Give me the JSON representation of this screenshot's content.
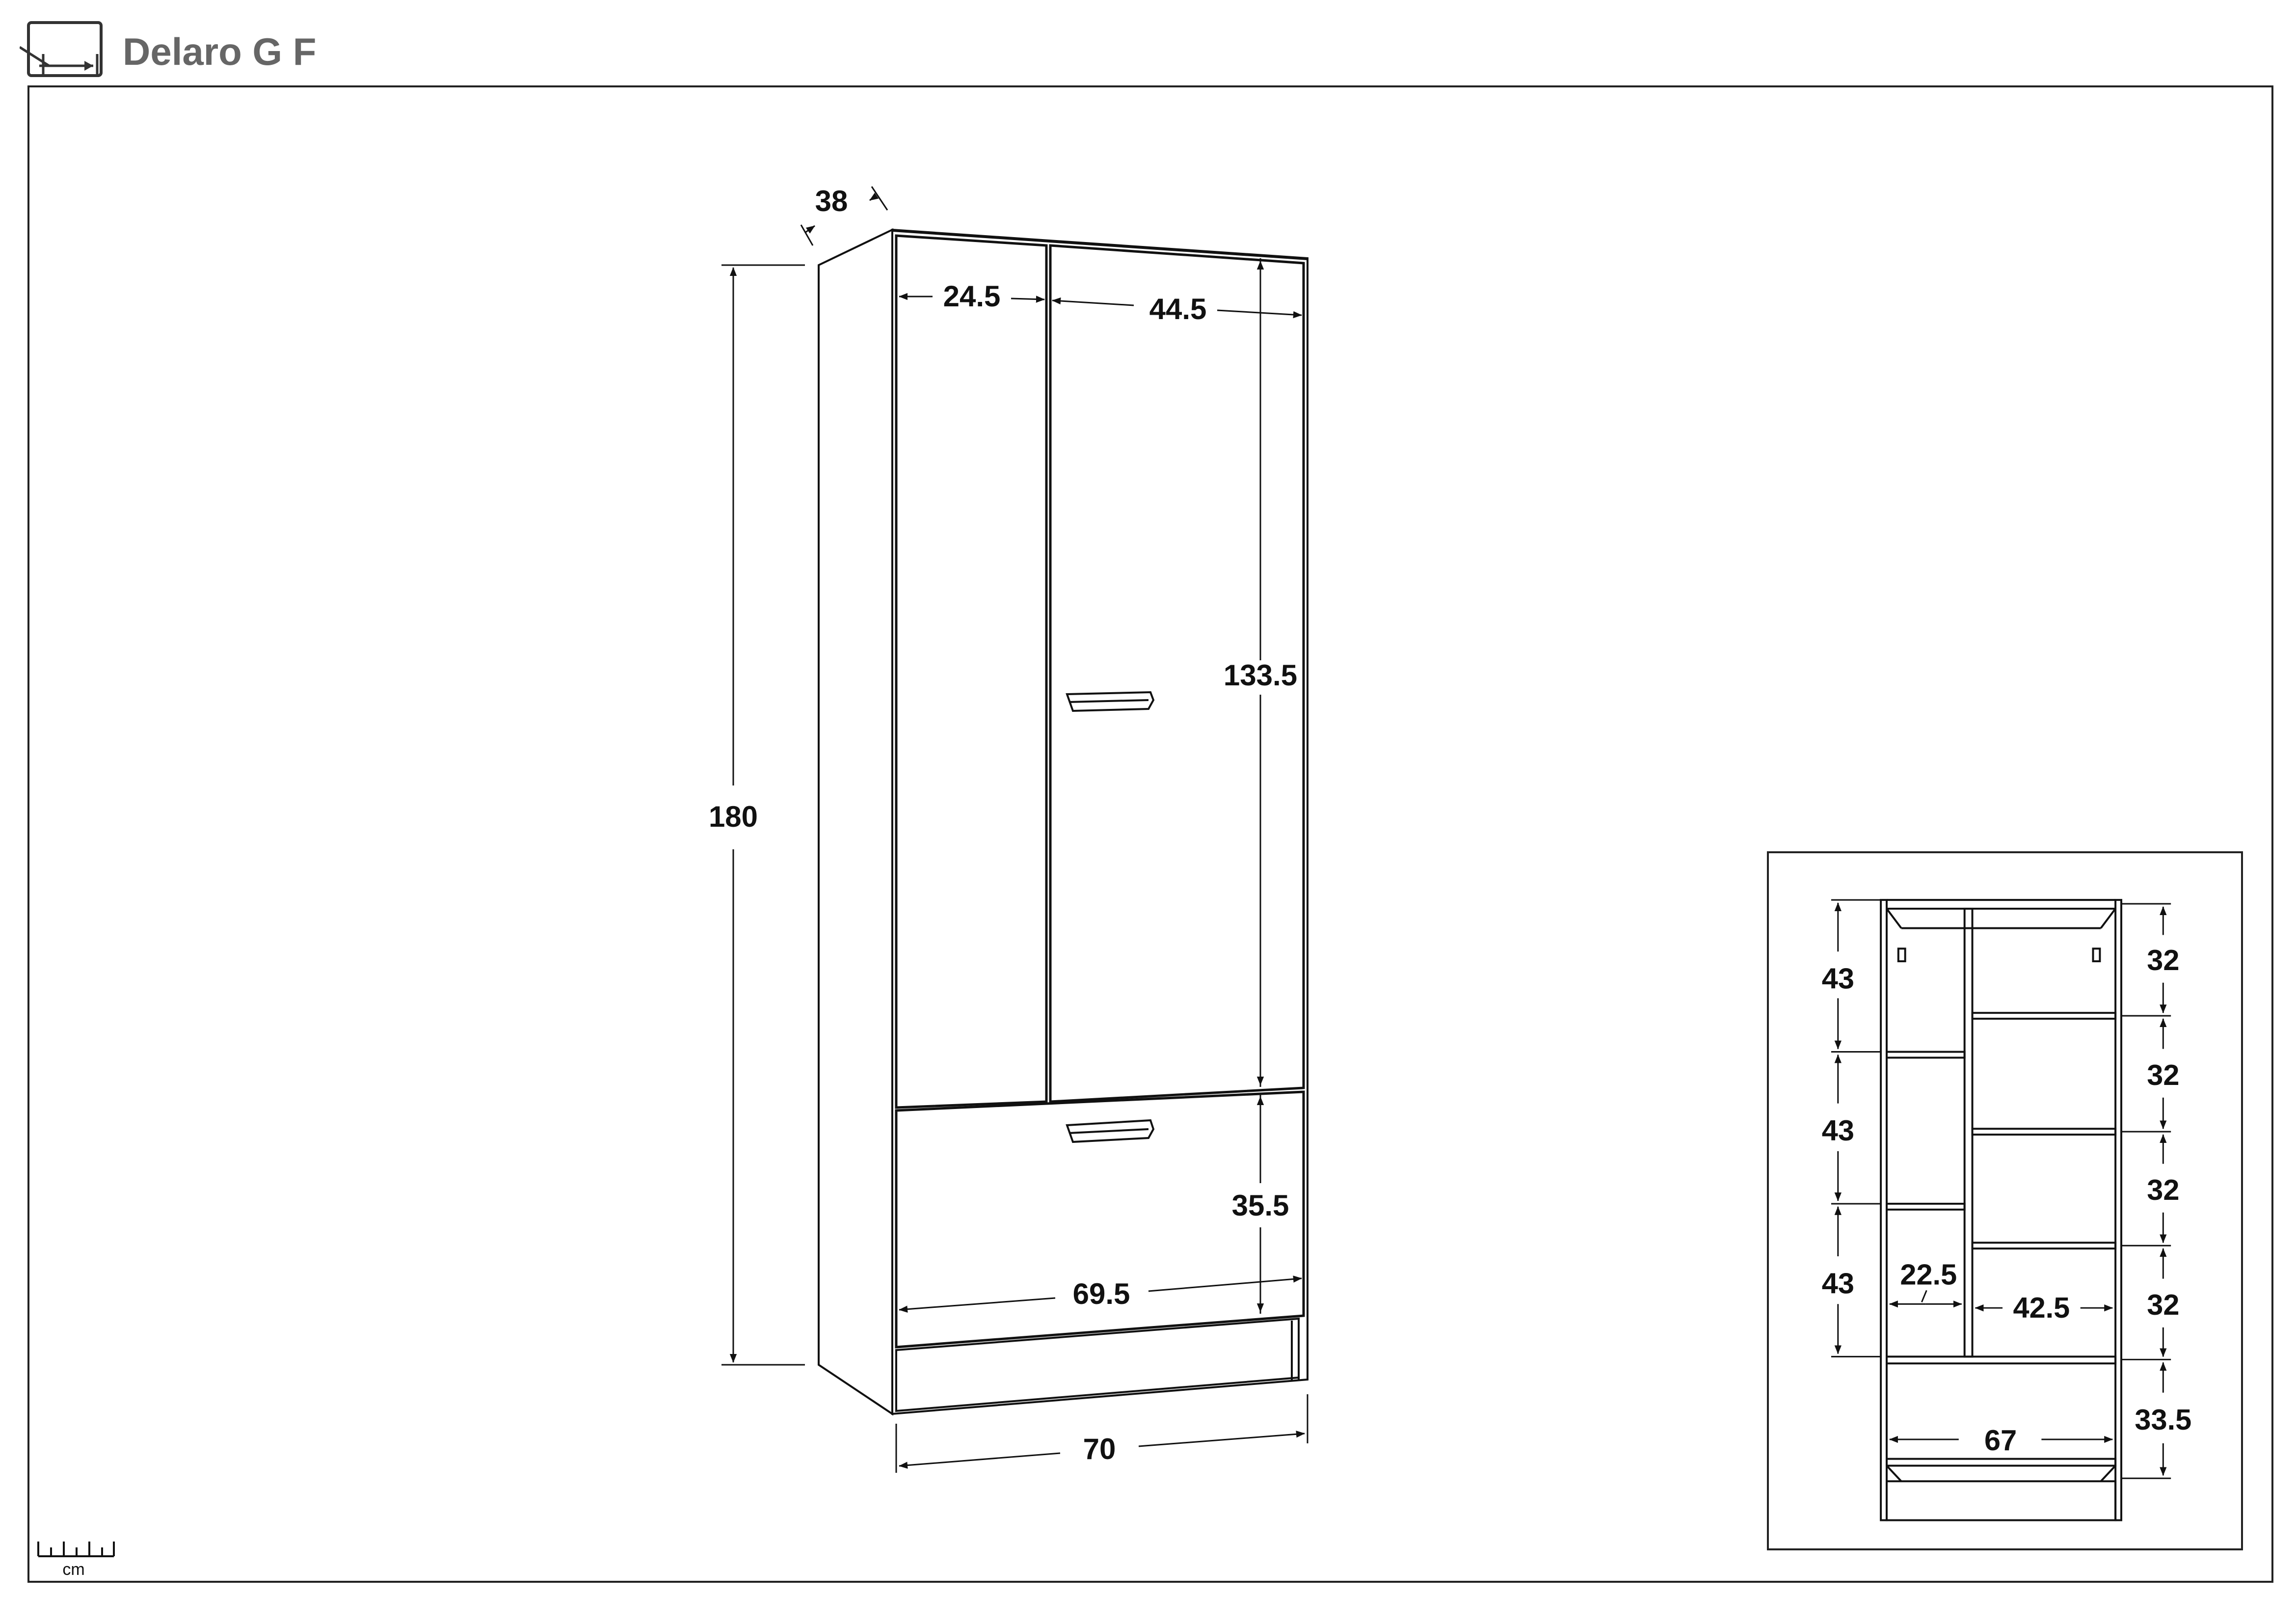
{
  "header": {
    "title": "Delaro G F",
    "icon": "dimension-sheet-icon"
  },
  "main_view": {
    "overall_width": "70",
    "overall_height": "180",
    "depth": "38",
    "left_door_width": "24.5",
    "right_door_width": "44.5",
    "door_height": "133.5",
    "drawer_height": "35.5",
    "drawer_width": "69.5"
  },
  "inner_view": {
    "left_compartments": [
      "43",
      "43",
      "43"
    ],
    "right_compartments": [
      "32",
      "32",
      "32",
      "32"
    ],
    "bottom_compartment": "33.5",
    "left_inner_width": "22.5",
    "right_inner_width": "42.5",
    "bottom_inner_width": "67"
  },
  "scale": {
    "unit": "cm",
    "icon": "ruler-icon"
  }
}
